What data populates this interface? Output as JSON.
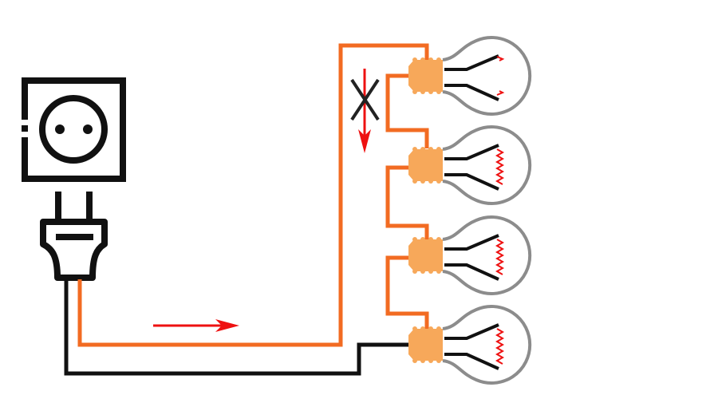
{
  "diagram": {
    "colors": {
      "wire_live": "#f26b22",
      "wire_neutral": "#111111",
      "flow_arrow": "#ee1111",
      "bulb_base": "#f7a85a",
      "bulb_glass": "#8c8c8c",
      "filament": "#ee1111",
      "outline": "#111111"
    },
    "components": {
      "socket": "wall-socket-icon",
      "plug": "plug-icon",
      "bulbs": [
        {
          "filament": "broken"
        },
        {
          "filament": "intact"
        },
        {
          "filament": "intact"
        },
        {
          "filament": "intact"
        }
      ],
      "blocked_current_marker": "x-mark"
    }
  }
}
